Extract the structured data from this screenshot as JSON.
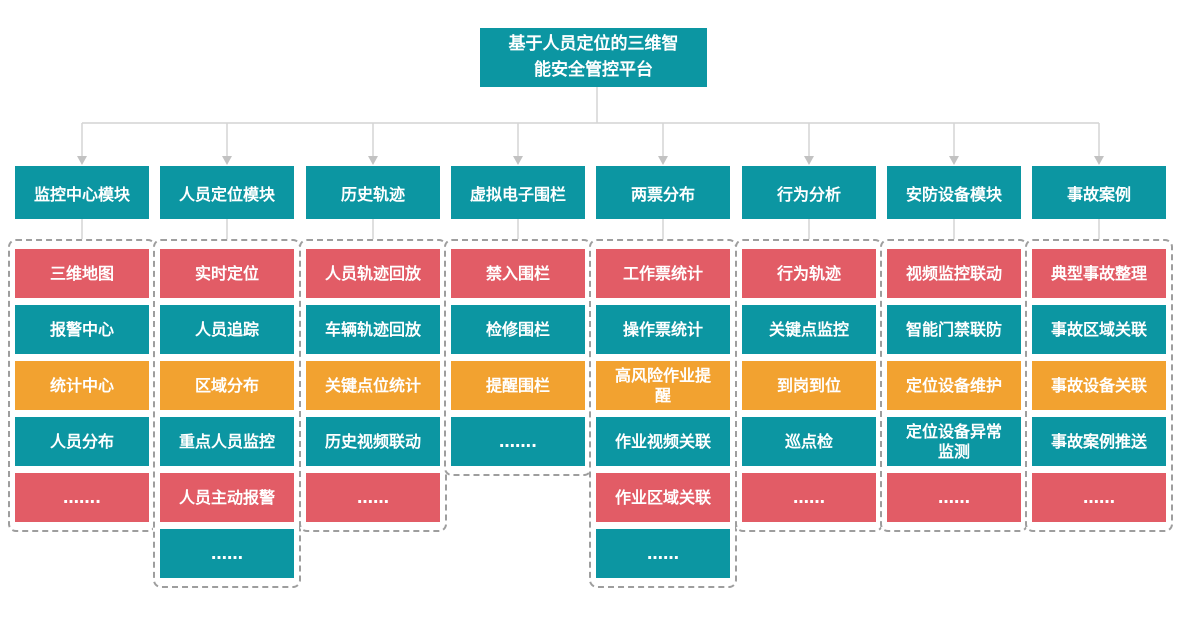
{
  "title": "基于人员定位的三维智能安全管控平台",
  "colors": {
    "teal": "#0c96a2",
    "red": "#e25c66",
    "orange": "#f2a230",
    "line": "#d4d4d4",
    "arrow": "#c2c2c2",
    "dashed_border": "#9e9e9e"
  },
  "modules": [
    {
      "name": "监控中心模块",
      "items": [
        {
          "label": "三维地图",
          "color": "red"
        },
        {
          "label": "报警中心",
          "color": "teal"
        },
        {
          "label": "统计中心",
          "color": "orange"
        },
        {
          "label": "人员分布",
          "color": "teal"
        },
        {
          "label": "…….",
          "color": "red"
        }
      ]
    },
    {
      "name": "人员定位模块",
      "items": [
        {
          "label": "实时定位",
          "color": "red"
        },
        {
          "label": "人员追踪",
          "color": "teal"
        },
        {
          "label": "区域分布",
          "color": "orange"
        },
        {
          "label": "重点人员监控",
          "color": "teal"
        },
        {
          "label": "人员主动报警",
          "color": "red"
        },
        {
          "label": "……",
          "color": "teal"
        }
      ]
    },
    {
      "name": "历史轨迹",
      "items": [
        {
          "label": "人员轨迹回放",
          "color": "red"
        },
        {
          "label": "车辆轨迹回放",
          "color": "teal"
        },
        {
          "label": "关键点位统计",
          "color": "orange"
        },
        {
          "label": "历史视频联动",
          "color": "teal"
        },
        {
          "label": "……",
          "color": "red"
        }
      ]
    },
    {
      "name": "虚拟电子围栏",
      "items": [
        {
          "label": "禁入围栏",
          "color": "red"
        },
        {
          "label": "检修围栏",
          "color": "teal"
        },
        {
          "label": "提醒围栏",
          "color": "orange"
        },
        {
          "label": "…….",
          "color": "teal"
        }
      ]
    },
    {
      "name": "两票分布",
      "items": [
        {
          "label": "工作票统计",
          "color": "red"
        },
        {
          "label": "操作票统计",
          "color": "teal"
        },
        {
          "label": "高风险作业提醒",
          "color": "orange"
        },
        {
          "label": "作业视频关联",
          "color": "teal"
        },
        {
          "label": "作业区域关联",
          "color": "red"
        },
        {
          "label": "……",
          "color": "teal"
        }
      ]
    },
    {
      "name": "行为分析",
      "items": [
        {
          "label": "行为轨迹",
          "color": "red"
        },
        {
          "label": "关键点监控",
          "color": "teal"
        },
        {
          "label": "到岗到位",
          "color": "orange"
        },
        {
          "label": "巡点检",
          "color": "teal"
        },
        {
          "label": "……",
          "color": "red"
        }
      ]
    },
    {
      "name": "安防设备模块",
      "items": [
        {
          "label": "视频监控联动",
          "color": "red"
        },
        {
          "label": "智能门禁联防",
          "color": "teal"
        },
        {
          "label": "定位设备维护",
          "color": "orange"
        },
        {
          "label": "定位设备异常监测",
          "color": "teal"
        },
        {
          "label": "……",
          "color": "red"
        }
      ]
    },
    {
      "name": "事故案例",
      "items": [
        {
          "label": "典型事故整理",
          "color": "red"
        },
        {
          "label": "事故区域关联",
          "color": "teal"
        },
        {
          "label": "事故设备关联",
          "color": "orange"
        },
        {
          "label": "事故案例推送",
          "color": "teal"
        },
        {
          "label": "……",
          "color": "red"
        }
      ]
    }
  ]
}
